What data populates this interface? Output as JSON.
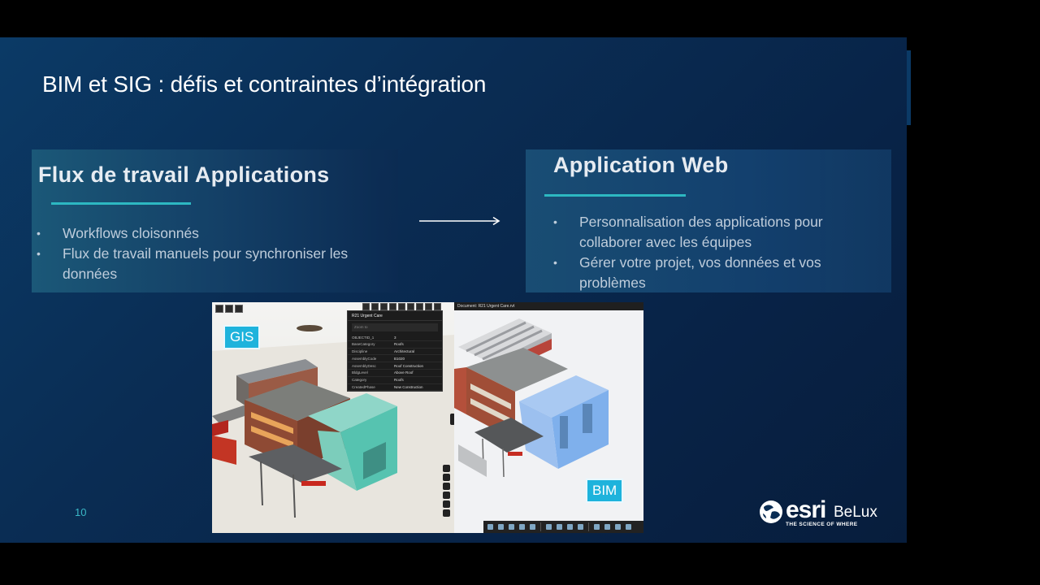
{
  "slide": {
    "title": "BIM et SIG : défis et contraintes d’intégration",
    "page_number": "10"
  },
  "left_card": {
    "title": "Flux de travail Applications",
    "bullets": [
      "Workflows cloisonnés",
      "Flux de travail manuels pour synchroniser les données"
    ]
  },
  "right_card": {
    "title": "Application Web",
    "bullets": [
      "Personnalisation des applications pour collaborer avec les équipes",
      "Gérer votre projet, vos données et vos problèmes"
    ]
  },
  "screenshot": {
    "gis_label": "GIS",
    "bim_label": "BIM",
    "panel_title": "R21 Urgent Care",
    "panel_search": "Zoom to",
    "panel_rows": [
      [
        "OBJECTID_1",
        "3"
      ],
      [
        "BaseCategory",
        "Roofs"
      ],
      [
        "Discipline",
        "Architectural"
      ],
      [
        "AssemblyCode",
        "B1020"
      ],
      [
        "AssemblyDesc",
        "Roof Construction"
      ],
      [
        "BldgLevel",
        "Above Roof"
      ],
      [
        "Category",
        "Roofs"
      ],
      [
        "CreatedPhase",
        "New Construction"
      ]
    ],
    "document_title": "Document: R21 Urgent Care.rvt"
  },
  "logo": {
    "word": "esri",
    "region": "BeLux",
    "tagline": "THE SCIENCE OF WHERE"
  },
  "colors": {
    "accent": "#2fc0c8",
    "slide_bg": "#0a2d54",
    "label_blue": "#1eb3dc"
  }
}
